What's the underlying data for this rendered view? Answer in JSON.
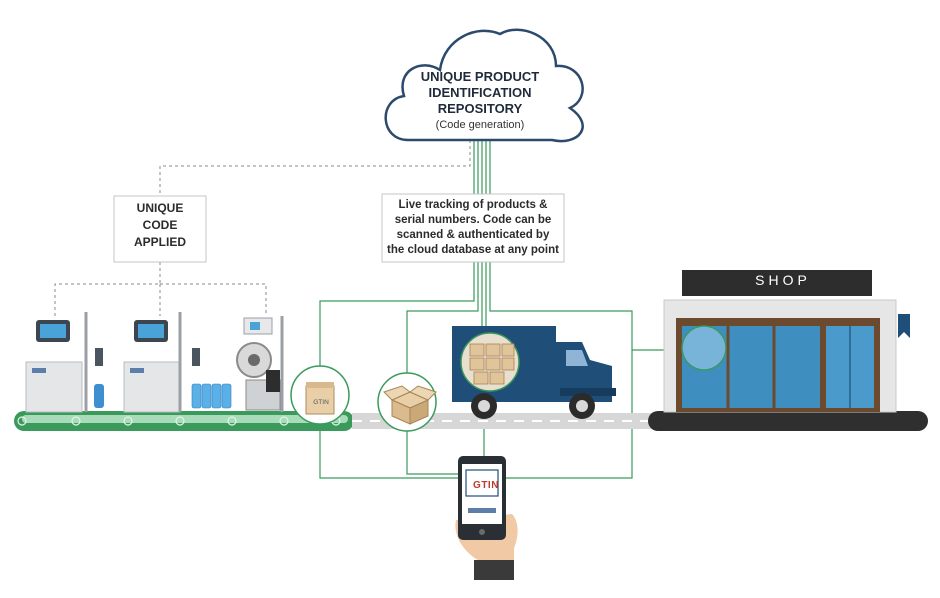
{
  "cloud": {
    "title_lines": [
      "UNIQUE PRODUCT",
      "IDENTIFICATION",
      "REPOSITORY"
    ],
    "subtitle": "(Code generation)"
  },
  "unique_code_box": {
    "lines": [
      "UNIQUE",
      "CODE",
      "APPLIED"
    ]
  },
  "live_tracking_box": {
    "lines": [
      "Live tracking of products &",
      "serial numbers. Code can be",
      "scanned & authenticated by",
      "the cloud database at any point"
    ]
  },
  "shop": {
    "sign": "SHOP"
  },
  "labels": {
    "package_code": "GTIN",
    "phone_code": "GTIN"
  },
  "colors": {
    "conveyor": "#3a9a5c",
    "network_lines": "#3a9a5c",
    "cloud_outline": "#2c4a6b",
    "truck": "#1f4e79",
    "shop_sign": "#2d2d2d",
    "road": "#2f2f2f"
  }
}
